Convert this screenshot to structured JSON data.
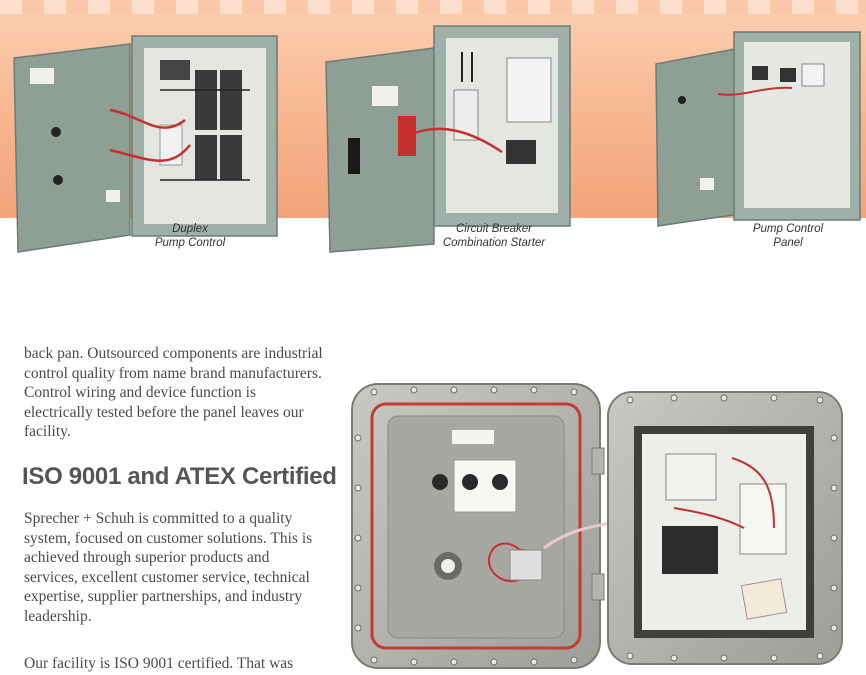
{
  "products": [
    {
      "caption_line1": "Duplex",
      "caption_line2": "Pump Control"
    },
    {
      "caption_line1": "Circuit Breaker",
      "caption_line2": "Combination Starter"
    },
    {
      "caption_line1": "Pump Control",
      "caption_line2": "Panel"
    }
  ],
  "body": {
    "para1": "back pan. Outsourced components are industrial control quality from name brand manufacturers. Control wiring and device function is electrically tested before the panel leaves our facility.",
    "heading": "ISO 9001 and ATEX Certified",
    "para2": "Sprecher + Schuh is committed to a quality system, focused on customer solutions. This is achieved through superior products and services, excellent customer service, technical expertise, supplier partnerships, and industry leadership.",
    "para3": "Our facility is ISO 9001 certified.  That was"
  }
}
